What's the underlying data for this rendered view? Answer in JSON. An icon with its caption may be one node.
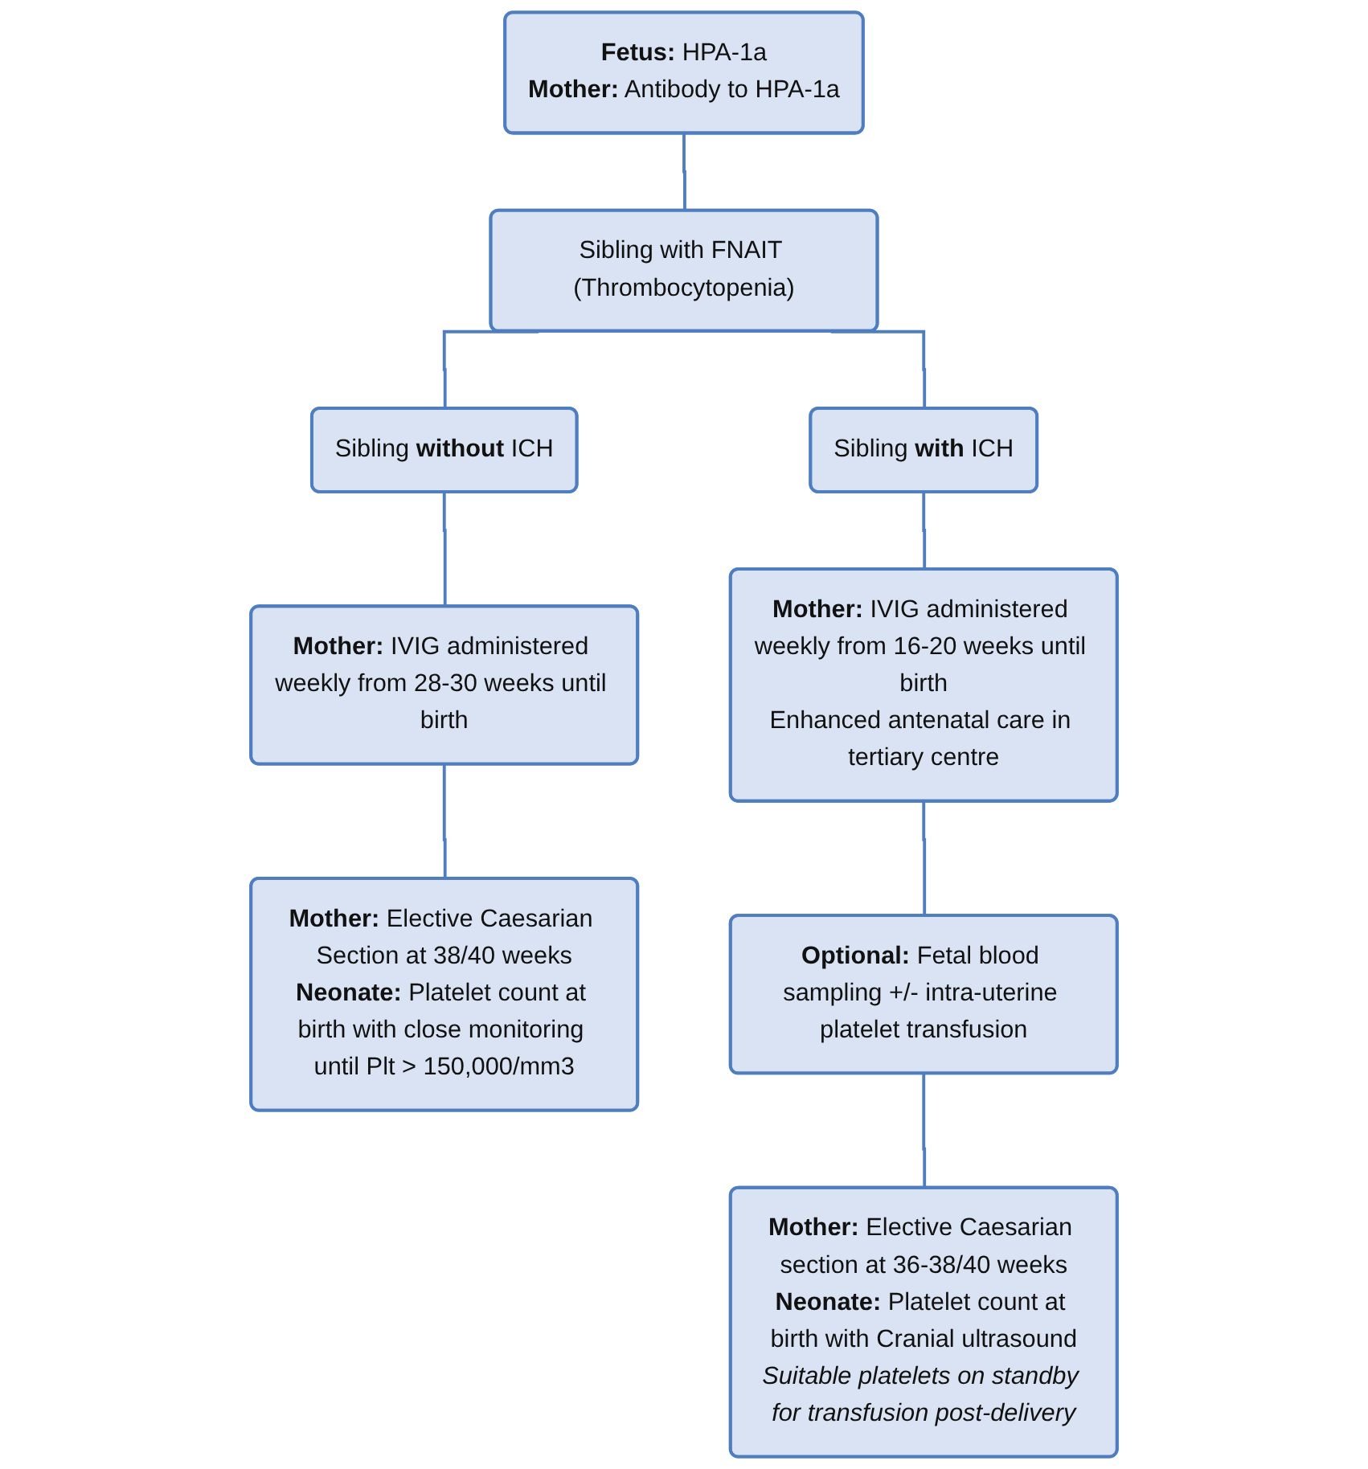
{
  "diagram": {
    "nodes": [
      {
        "text": [
          "**Fetus:** HPA-1a",
          "**Mother:** Antibody to HPA-1a"
        ]
      },
      {
        "text": [
          "Sibling with FNAIT (Thrombocytopenia)"
        ]
      },
      {
        "text": [
          "Sibling **without** ICH"
        ]
      },
      {
        "text": [
          "Sibling **with** ICH"
        ]
      },
      {
        "text": [
          "**Mother:** IVIG administered weekly from 28-30 weeks until birth"
        ]
      },
      {
        "text": [
          "**Mother:** Elective Caesarian Section at 38/40 weeks",
          "**Neonate:** Platelet count at birth with close monitoring until Plt > 150,000/mm3"
        ]
      },
      {
        "text": [
          "**Mother:** IVIG administered weekly from 16-20 weeks until birth",
          "Enhanced antenatal care in tertiary centre"
        ]
      },
      {
        "text": [
          "**Optional:** Fetal blood sampling +/- intra-uterine platelet transfusion"
        ]
      },
      {
        "text": [
          "**Mother:** Elective Caesarian section at 36-38/40 weeks",
          "**Neonate:** Platelet count at birth with Cranial ultrasound",
          "*Suitable platelets on standby for transfusion post-delivery*"
        ]
      }
    ],
    "edges": [
      {
        "from": 0,
        "to": 1,
        "arrow": "none"
      },
      {
        "from": 1,
        "to": 2,
        "arrow": "none"
      },
      {
        "from": 1,
        "to": 3,
        "arrow": "none"
      },
      {
        "from": 2,
        "to": 4,
        "arrow": "none"
      },
      {
        "from": 4,
        "to": 5,
        "arrow": "none"
      },
      {
        "from": 3,
        "to": 6,
        "arrow": "none"
      },
      {
        "from": 6,
        "to": 7,
        "arrow": "none"
      },
      {
        "from": 7,
        "to": 8,
        "arrow": "none"
      }
    ]
  }
}
